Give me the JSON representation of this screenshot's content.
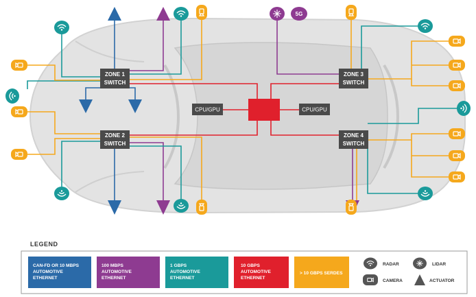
{
  "colors": {
    "can": "#2b6aa8",
    "gbps100": "#8e3b91",
    "gbps1": "#1a9a9a",
    "gbps10": "#e0202c",
    "serdes": "#f5a81c",
    "node": "#4a4a4a",
    "sensor": "#1a9a9a"
  },
  "zones": {
    "zone1": [
      "ZONE 1",
      "SWITCH"
    ],
    "zone2": [
      "ZONE 2",
      "SWITCH"
    ],
    "zone3": [
      "ZONE 3",
      "SWITCH"
    ],
    "zone4": [
      "ZONE 4",
      "SWITCH"
    ]
  },
  "cpu_left": "CPU/GPU",
  "cpu_right": "CPU/GPU",
  "fiveg_label": "5G",
  "legend": {
    "title": "LEGEND",
    "items": [
      {
        "lines": [
          "CAN-FD OR 10 MBPS",
          "AUTOMOTIVE",
          "ETHERNET"
        ],
        "color": "#2b6aa8"
      },
      {
        "lines": [
          "100 MBPS",
          "AUTOMOTIVE",
          "ETHERNET"
        ],
        "color": "#8e3b91"
      },
      {
        "lines": [
          "1 GBPS",
          "AUTOMOTIVE",
          "ETHERNET"
        ],
        "color": "#1a9a9a"
      },
      {
        "lines": [
          "10 GBPS",
          "AUTOMOTIVE",
          "ETHERNET"
        ],
        "color": "#e0202c"
      },
      {
        "lines": [
          "> 10 GBPS SERDES"
        ],
        "color": "#f5a81c"
      }
    ],
    "keys": {
      "radar": "RADAR",
      "lidar": "LIDAR",
      "camera": "CAMERA",
      "actuator": "ACTUATOR"
    }
  }
}
